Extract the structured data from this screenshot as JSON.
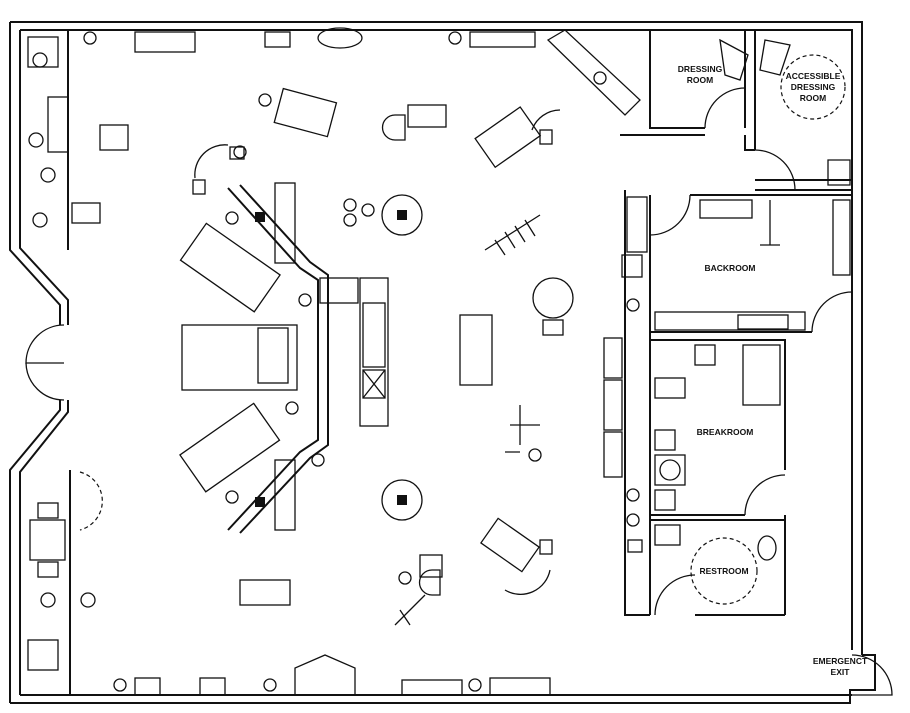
{
  "plan": {
    "rooms": {
      "dressing_room": [
        "DRESSING",
        "ROOM"
      ],
      "accessible_dressing_room": [
        "ACCESSIBLE",
        "DRESSING",
        "ROOM"
      ],
      "backroom": "BACKROOM",
      "breakroom": "BREAKROOM",
      "restroom": "RESTROOM",
      "emergency_exit": [
        "EMERGENCT",
        "EXIT"
      ]
    }
  }
}
